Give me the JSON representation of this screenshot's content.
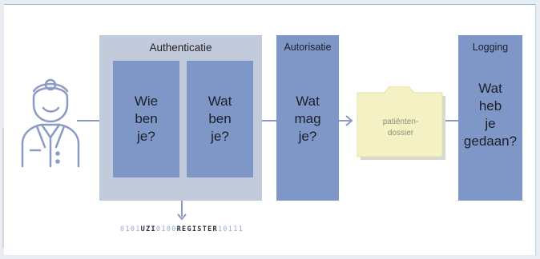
{
  "authenticatie": {
    "title": "Authenticatie",
    "who": [
      "Wie",
      "ben",
      "je?"
    ],
    "what": [
      "Wat",
      "ben",
      "je?"
    ]
  },
  "autorisatie": {
    "title": "Autorisatie",
    "lines": [
      "Wat",
      "mag",
      "je?"
    ]
  },
  "patient_dossier": {
    "line1": "patiënten-",
    "line2": "dossier"
  },
  "logging": {
    "title": "Logging",
    "lines": [
      "Wat",
      "heb",
      "je",
      "gedaan?"
    ]
  },
  "register": {
    "seg1": "0101",
    "seg2": "UZI",
    "seg3": "0100",
    "seg4": "REGISTER",
    "seg5": "10111"
  },
  "colors": {
    "box_dark": "#7f97c6",
    "box_light": "#c2cbdc",
    "folder": "#f4f2c4",
    "connector": "#8c9bc2"
  }
}
